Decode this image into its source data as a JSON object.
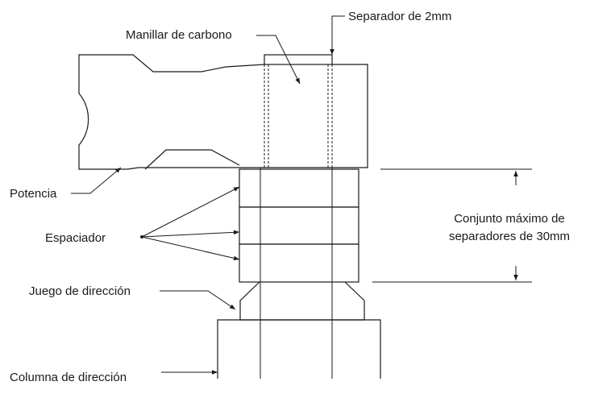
{
  "labels": {
    "spacer_2mm": "Separador de 2mm",
    "carbon_handlebar": "Manillar de carbono",
    "stem": "Potencia",
    "spacer": "Espaciador",
    "max_stack_line1": "Conjunto máximo de",
    "max_stack_line2": "separadores de 30mm",
    "headset": "Juego de dirección",
    "steerer_tube": "Columna de dirección"
  }
}
